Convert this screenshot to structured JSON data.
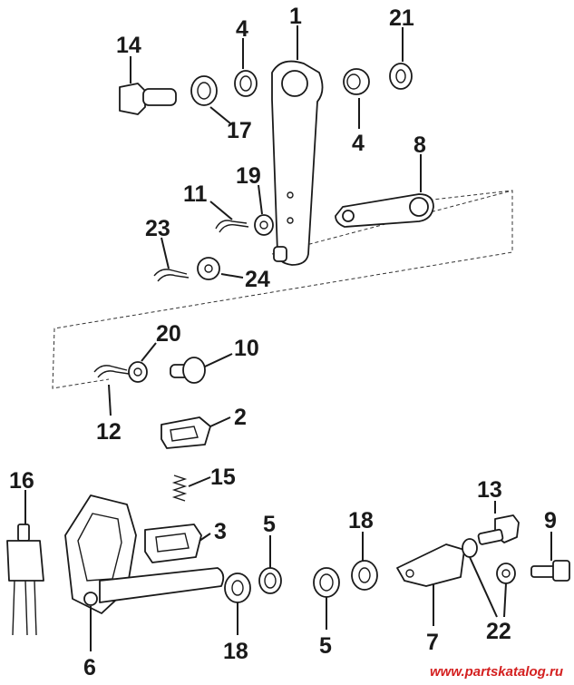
{
  "callouts": [
    {
      "id": "c1",
      "text": "1"
    },
    {
      "id": "c4a",
      "text": "4"
    },
    {
      "id": "c21",
      "text": "21"
    },
    {
      "id": "c14",
      "text": "14"
    },
    {
      "id": "c17",
      "text": "17"
    },
    {
      "id": "c4b",
      "text": "4"
    },
    {
      "id": "c8",
      "text": "8"
    },
    {
      "id": "c19",
      "text": "19"
    },
    {
      "id": "c11",
      "text": "11"
    },
    {
      "id": "c23",
      "text": "23"
    },
    {
      "id": "c24",
      "text": "24"
    },
    {
      "id": "c20",
      "text": "20"
    },
    {
      "id": "c10",
      "text": "10"
    },
    {
      "id": "c12",
      "text": "12"
    },
    {
      "id": "c2",
      "text": "2"
    },
    {
      "id": "c15",
      "text": "15"
    },
    {
      "id": "c16",
      "text": "16"
    },
    {
      "id": "c3",
      "text": "3"
    },
    {
      "id": "c5a",
      "text": "5"
    },
    {
      "id": "c18a",
      "text": "18"
    },
    {
      "id": "c13",
      "text": "13"
    },
    {
      "id": "c9",
      "text": "9"
    },
    {
      "id": "c6",
      "text": "6"
    },
    {
      "id": "c18b",
      "text": "18"
    },
    {
      "id": "c5b",
      "text": "5"
    },
    {
      "id": "c7",
      "text": "7"
    },
    {
      "id": "c22",
      "text": "22"
    }
  ],
  "watermark": "www.partskatalog.ru"
}
